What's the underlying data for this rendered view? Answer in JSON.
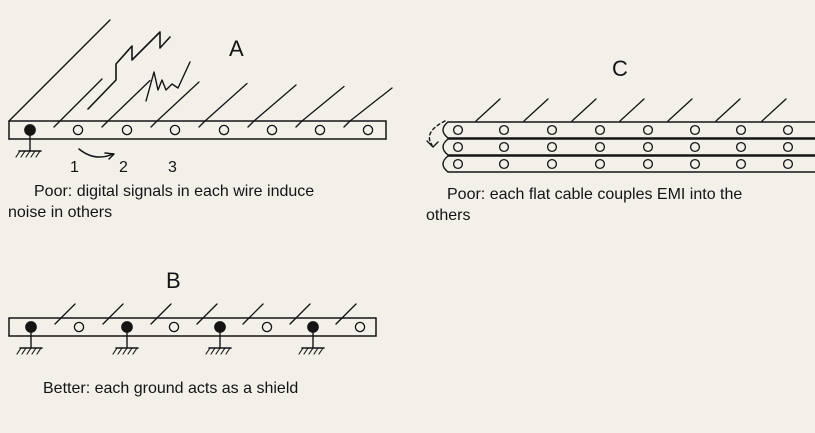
{
  "panels": {
    "a": {
      "letter": "A",
      "wire_numbers": [
        "1",
        "2",
        "3"
      ],
      "caption_line1": "Poor: digital signals in each wire induce",
      "caption_line2": "noise in others"
    },
    "b": {
      "letter": "B",
      "caption": "Better: each ground acts as a shield"
    },
    "c": {
      "letter": "C",
      "caption_line1": "Poor: each flat cable couples EMI into the",
      "caption_line2": "others"
    }
  },
  "colors": {
    "ink": "#141414",
    "paper": "#f3f0ea"
  }
}
